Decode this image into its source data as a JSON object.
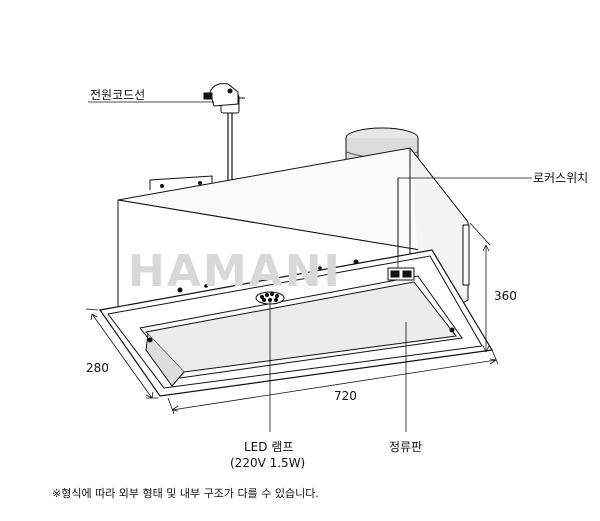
{
  "labels": {
    "power_cord": "전원코드선",
    "rocker_switch": "로커스위치",
    "led_lamp": "LED 램프",
    "led_spec": "(220V 1.5W)",
    "rectifier_plate": "정류판"
  },
  "dimensions": {
    "depth": "280",
    "width": "720",
    "height": "360"
  },
  "watermark": "HAMANI",
  "footnote": "※형식에 따라 외부 형태 및 내부 구조가 다를 수 있습니다."
}
